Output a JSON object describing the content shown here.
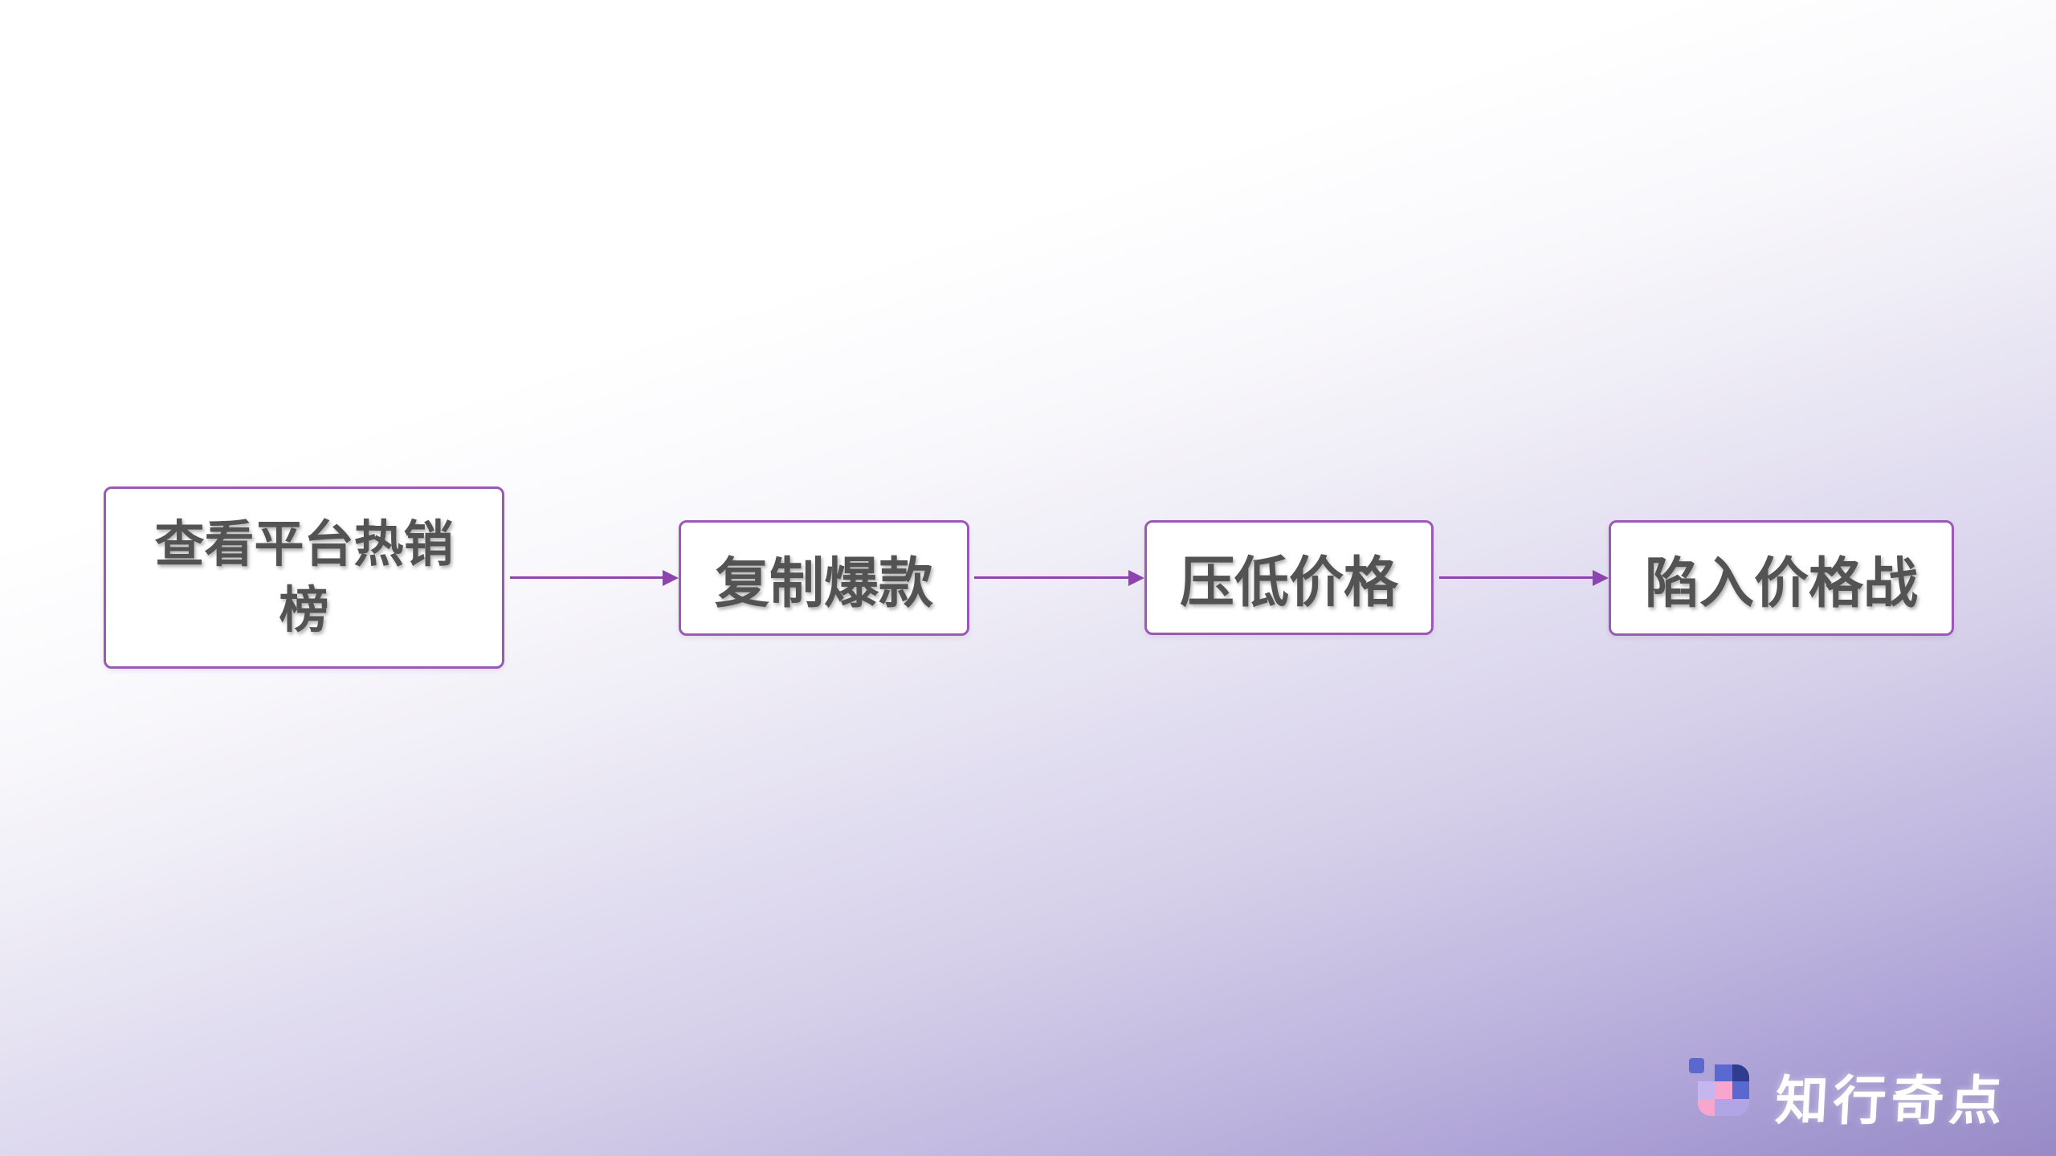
{
  "slide": {
    "type": "flowchart-slide",
    "background_gradient": {
      "angle_deg": 162,
      "stops": [
        "#ffffff",
        "#efedf6",
        "#d5cfe9",
        "#a79bd3",
        "#978ac6"
      ]
    }
  },
  "flowchart": {
    "nodes": [
      {
        "label": "查看平台热销榜"
      },
      {
        "label": "复制爆款"
      },
      {
        "label": "压低价格"
      },
      {
        "label": "陷入价格战"
      }
    ],
    "connectors": [
      {
        "from": "查看平台热销榜",
        "to": "复制爆款",
        "direction": "right"
      },
      {
        "from": "复制爆款",
        "to": "压低价格",
        "direction": "right"
      },
      {
        "from": "压低价格",
        "to": "陷入价格战",
        "direction": "right"
      }
    ],
    "style": {
      "node_fill": "#ffffff",
      "node_border_color": "#9b59b6",
      "node_text_color": "#535353",
      "arrow_color": "#8e44ad"
    }
  },
  "logo": {
    "text": "知行奇点",
    "text_color": "#ffffff",
    "icon": {
      "name": "pixel-grid-logo-icon",
      "palette": {
        "blue": "#5b68cf",
        "navy": "#303c8e",
        "lavender_light": "#c6b6f0",
        "lavender": "#b2a5e6",
        "pink": "#f8a6d0"
      }
    }
  }
}
